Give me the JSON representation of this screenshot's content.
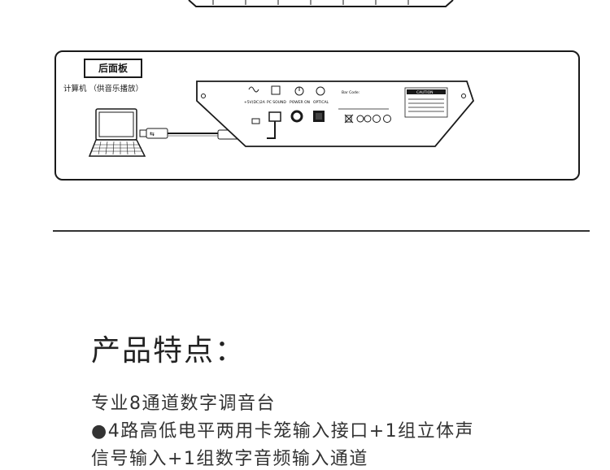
{
  "panel": {
    "label": "后面板",
    "caption": "计算机 （供音乐播放）",
    "port_labels": [
      "+5V(DC)2A",
      "PC SOUND",
      "POWER ON",
      "OPTICAL"
    ],
    "barcode_label": "Bar Code:",
    "caution_label": "CAUTION"
  },
  "features": {
    "title": "产品特点：",
    "items": [
      "专业8通道数字调音台",
      "●4路高低电平两用卡笼输入接口+1组立体声",
      "信号输入+1组数字音频输入通道"
    ]
  }
}
